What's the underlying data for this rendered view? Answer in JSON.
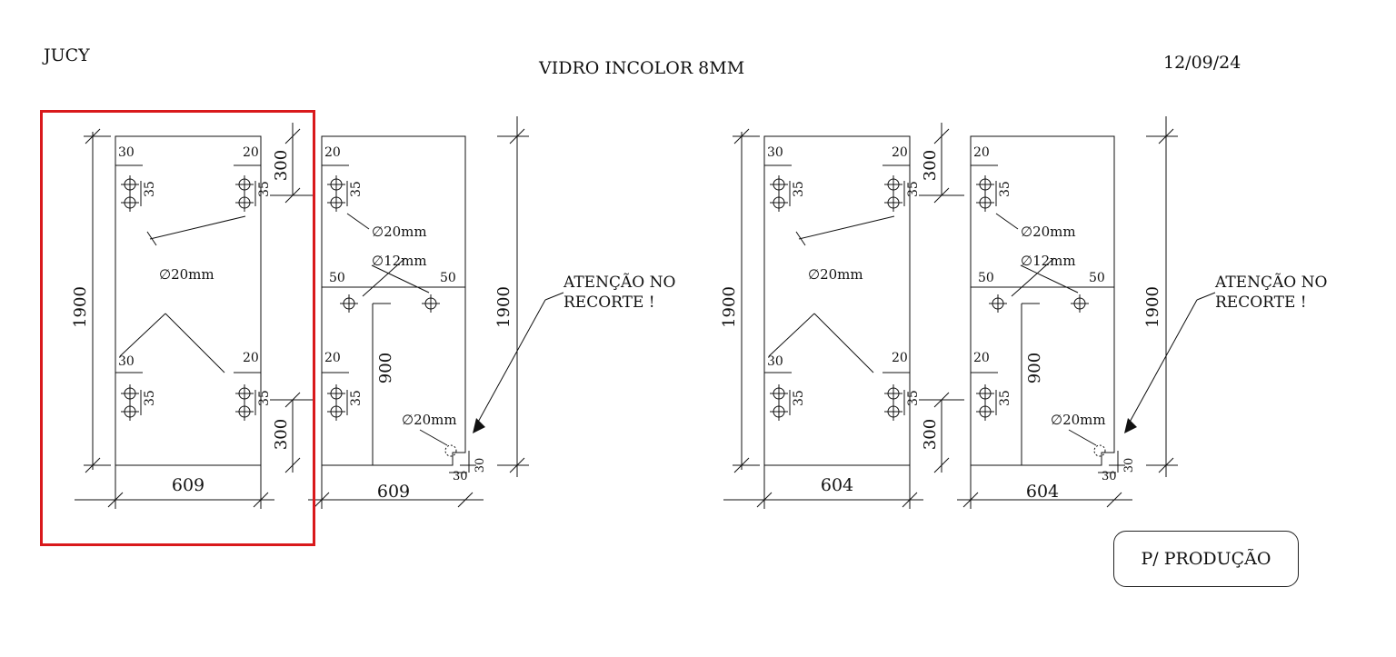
{
  "header": {
    "client": "JUCY",
    "material": "VIDRO INCOLOR 8MM",
    "date": "12/09/24"
  },
  "stamp": {
    "label": "P/ PRODUÇÃO"
  },
  "highlight": {
    "color": "#d9191c"
  },
  "diagram": {
    "hole_large": "∅20mm",
    "hole_small": "∅12mm",
    "warning_line1": "ATENÇÃO NO",
    "warning_line2": "RECORTE !",
    "panels": [
      {
        "type": "fixed",
        "width": "609",
        "height": "1900",
        "top_offset": "300",
        "bottom_offset": "300",
        "left_margin_top": "30",
        "right_margin_top": "20",
        "left_margin_bottom": "30",
        "right_margin_bottom": "20",
        "hole_spacing": "35"
      },
      {
        "type": "door",
        "width": "609",
        "height": "1900",
        "margin_top": "20",
        "margin_bottom": "20",
        "hole_spacing": "35",
        "side_offset_left": "50",
        "side_offset_right": "50",
        "handle_height": "900",
        "notch_h": "30",
        "notch_v": "30"
      },
      {
        "type": "fixed",
        "width": "604",
        "height": "1900",
        "top_offset": "300",
        "bottom_offset": "300",
        "left_margin_top": "30",
        "right_margin_top": "20",
        "left_margin_bottom": "30",
        "right_margin_bottom": "20",
        "hole_spacing": "35"
      },
      {
        "type": "door",
        "width": "604",
        "height": "1900",
        "margin_top": "20",
        "margin_bottom": "20",
        "hole_spacing": "35",
        "side_offset_left": "50",
        "side_offset_right": "50",
        "handle_height": "900",
        "notch_h": "30",
        "notch_v": "30"
      }
    ]
  }
}
